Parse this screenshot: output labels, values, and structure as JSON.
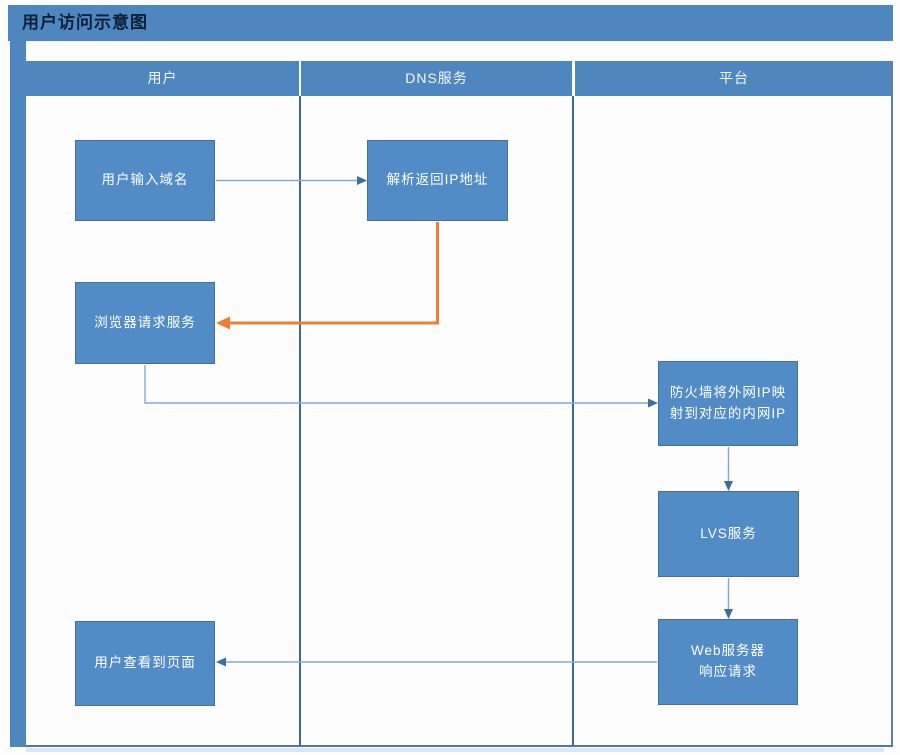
{
  "title": "用户访问示意图",
  "lanes": [
    {
      "label": "用户"
    },
    {
      "label": "DNS服务"
    },
    {
      "label": "平台"
    }
  ],
  "nodes": [
    {
      "id": "user-input-domain",
      "lane": "用户",
      "label": "用户输入域名"
    },
    {
      "id": "dns-resolve-ip",
      "lane": "DNS服务",
      "label": "解析返回IP地址"
    },
    {
      "id": "browser-request-service",
      "lane": "用户",
      "label": "浏览器请求服务"
    },
    {
      "id": "firewall-nat",
      "lane": "平台",
      "label": "防火墙将外网IP映射到对应的内网IP"
    },
    {
      "id": "lvs-service",
      "lane": "平台",
      "label": "LVS服务"
    },
    {
      "id": "web-server-response",
      "lane": "平台",
      "label": "Web服务器\n响应请求"
    },
    {
      "id": "user-view-page",
      "lane": "用户",
      "label": "用户查看到页面"
    }
  ],
  "connectors": [
    {
      "from": "user-input-domain",
      "to": "dns-resolve-ip",
      "color": "blue"
    },
    {
      "from": "dns-resolve-ip",
      "to": "browser-request-service",
      "color": "orange"
    },
    {
      "from": "browser-request-service",
      "to": "firewall-nat",
      "color": "blue"
    },
    {
      "from": "firewall-nat",
      "to": "lvs-service",
      "color": "blue"
    },
    {
      "from": "lvs-service",
      "to": "web-server-response",
      "color": "blue"
    },
    {
      "from": "web-server-response",
      "to": "user-view-page",
      "color": "blue"
    }
  ],
  "colors": {
    "band_blue": "#4e86c0",
    "node_blue": "#528cc7",
    "node_border": "#41719c",
    "connector_line_blue": "#85a9d4",
    "arrowhead_blue": "#3a6ea5",
    "highlight_orange": "#ed7d31",
    "lane_divider": "#41688f",
    "title_text": "#0c2036"
  }
}
